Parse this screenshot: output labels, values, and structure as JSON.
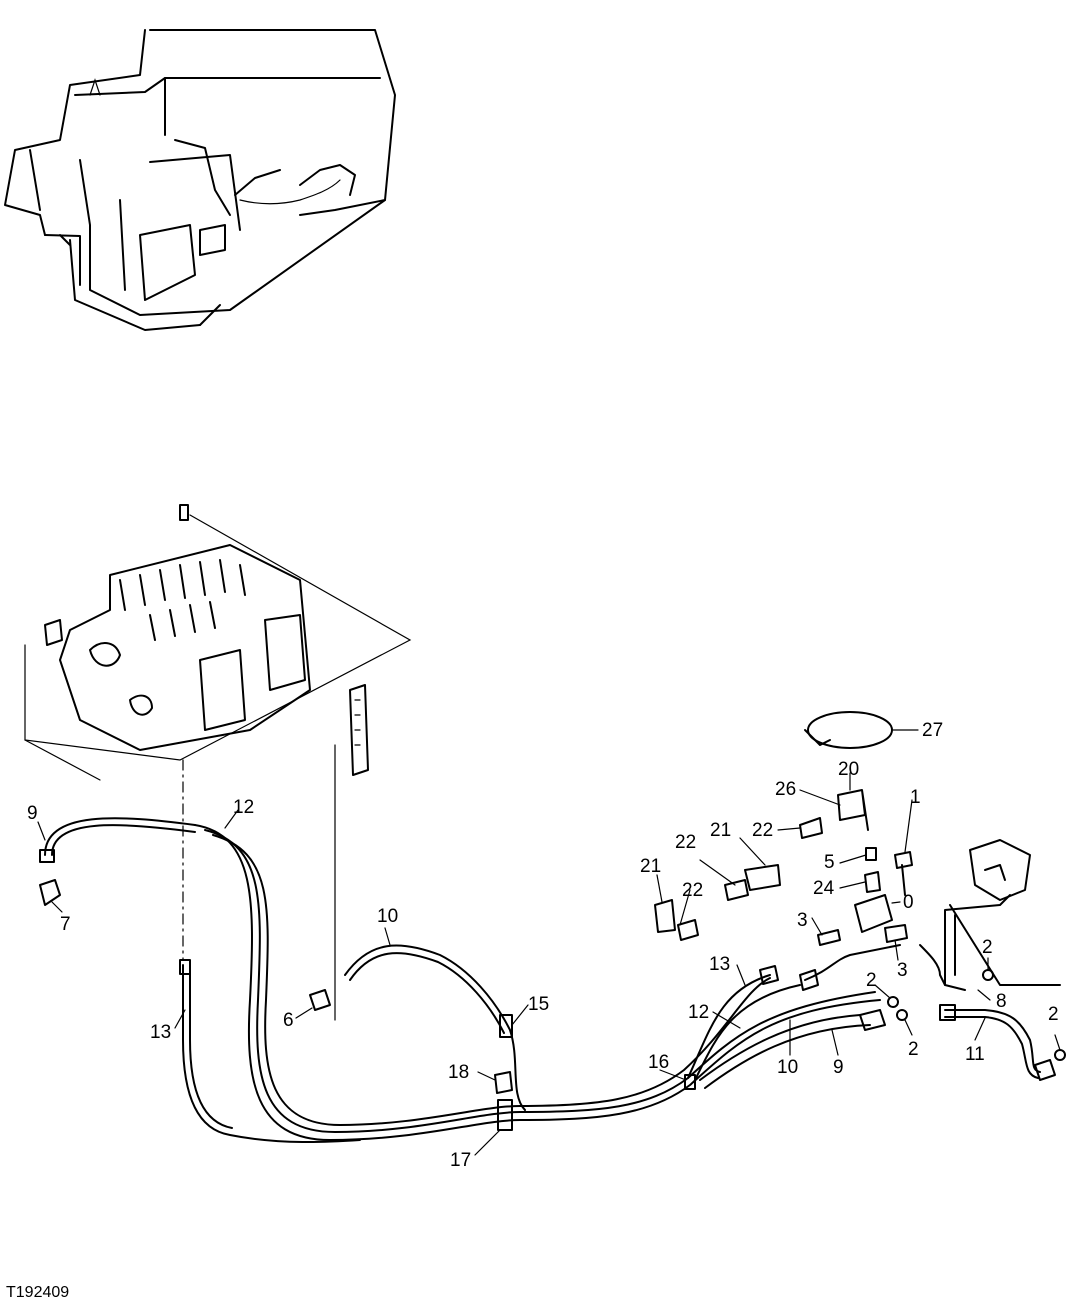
{
  "figure_id": "T192409",
  "callouts": [
    "27",
    "20",
    "26",
    "1",
    "21",
    "22",
    "5",
    "24",
    "0",
    "3",
    "13",
    "12",
    "10",
    "9",
    "2",
    "8",
    "11",
    "15",
    "16",
    "6",
    "18",
    "17",
    "7"
  ]
}
